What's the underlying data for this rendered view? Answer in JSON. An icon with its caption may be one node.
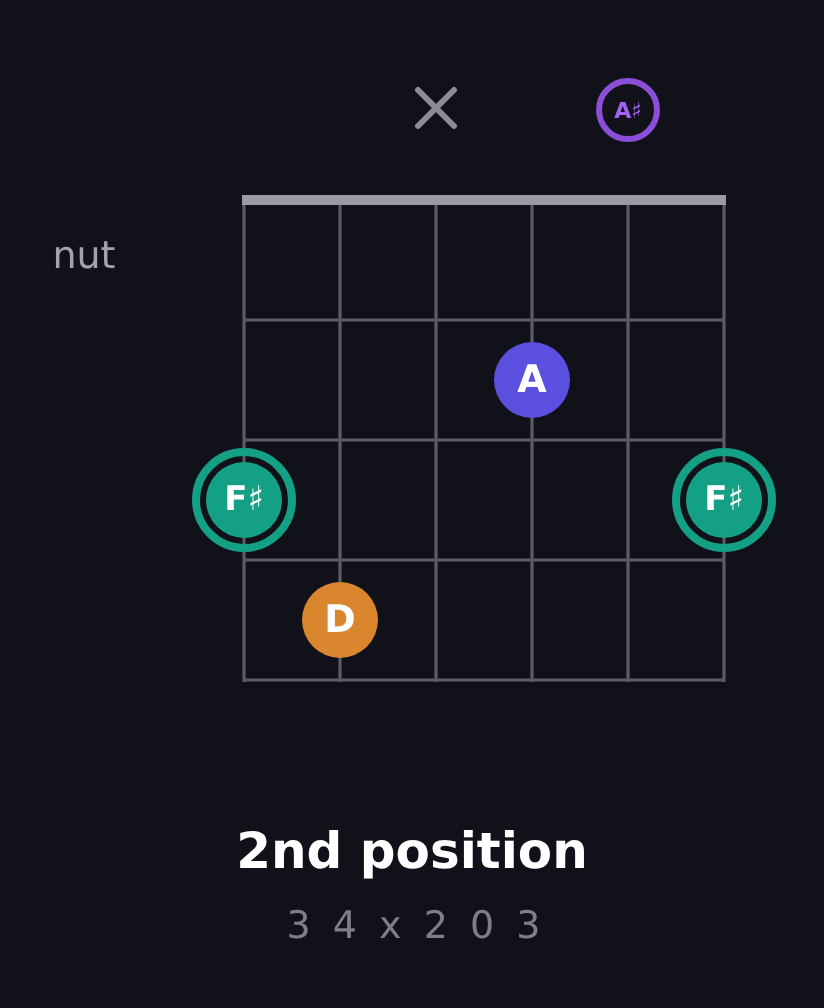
{
  "diagram": {
    "caption": "2nd position",
    "nodes": [
      {
        "text": [
          "A♯"
        ]
      },
      {
        "text": [
          "A"
        ]
      },
      {
        "text": [
          "F♯"
        ]
      },
      {
        "text": [
          "F♯"
        ]
      },
      {
        "text": [
          "D"
        ]
      }
    ],
    "labels": [
      "nut",
      "3 4 x 2 0 3"
    ]
  }
}
